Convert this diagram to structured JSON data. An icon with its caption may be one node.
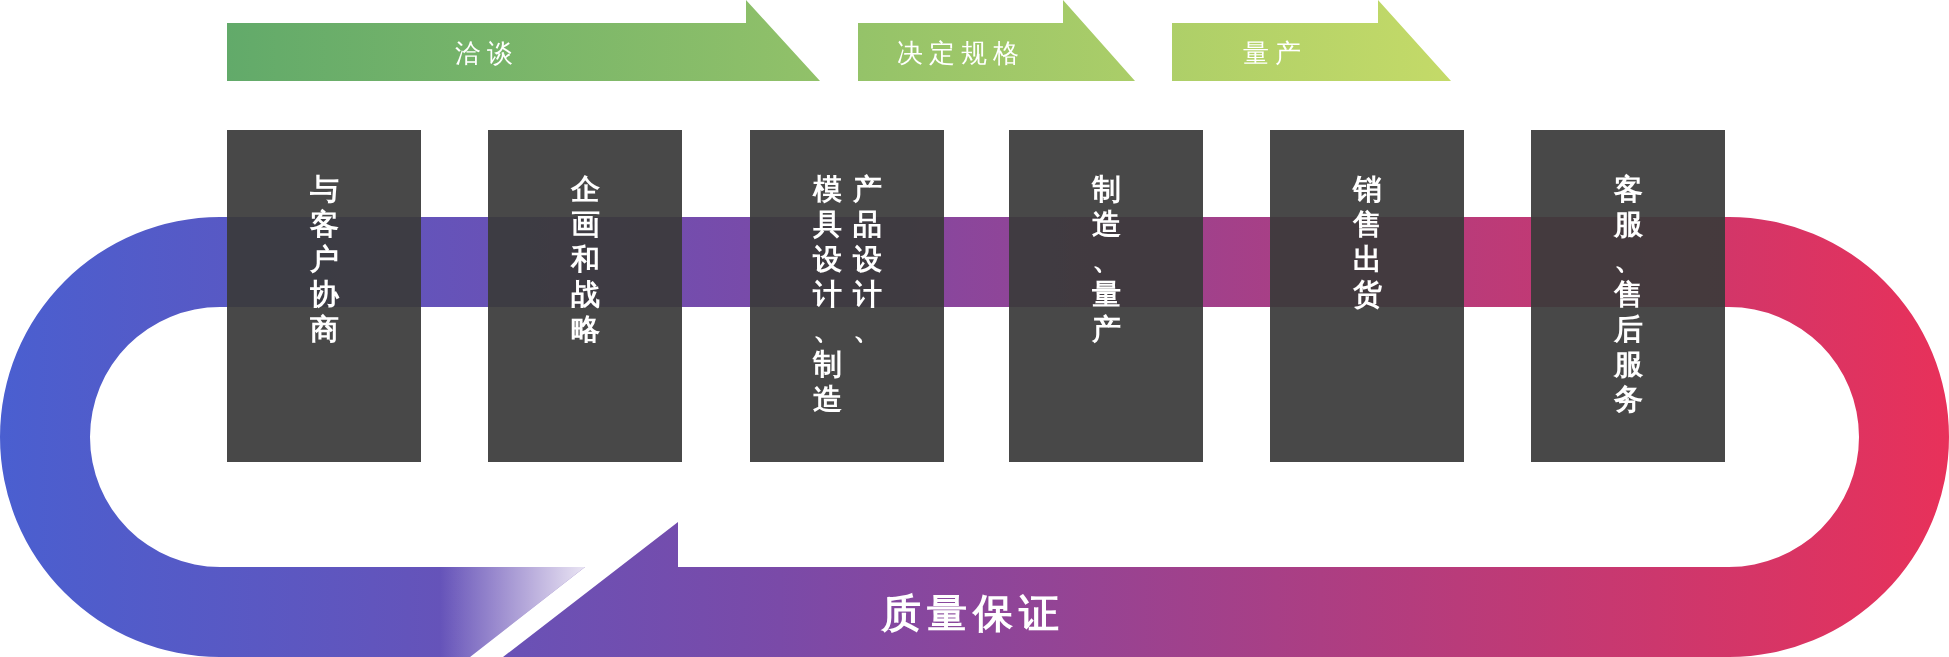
{
  "diagram": {
    "nodes": [
      {
        "text": [
          "洽谈"
        ]
      },
      {
        "text": [
          "决定规格"
        ]
      },
      {
        "text": [
          "量产"
        ]
      },
      {
        "text": [
          "与客户协商"
        ]
      },
      {
        "text": [
          "企画和战略"
        ]
      },
      {
        "text": [
          "模具设计、制造",
          "产品设计、"
        ]
      },
      {
        "text": [
          "制造、量产"
        ]
      },
      {
        "text": [
          "销售出货"
        ]
      },
      {
        "text": [
          "客服、售后服务"
        ]
      },
      {
        "text": [
          "质量保证"
        ]
      }
    ]
  }
}
